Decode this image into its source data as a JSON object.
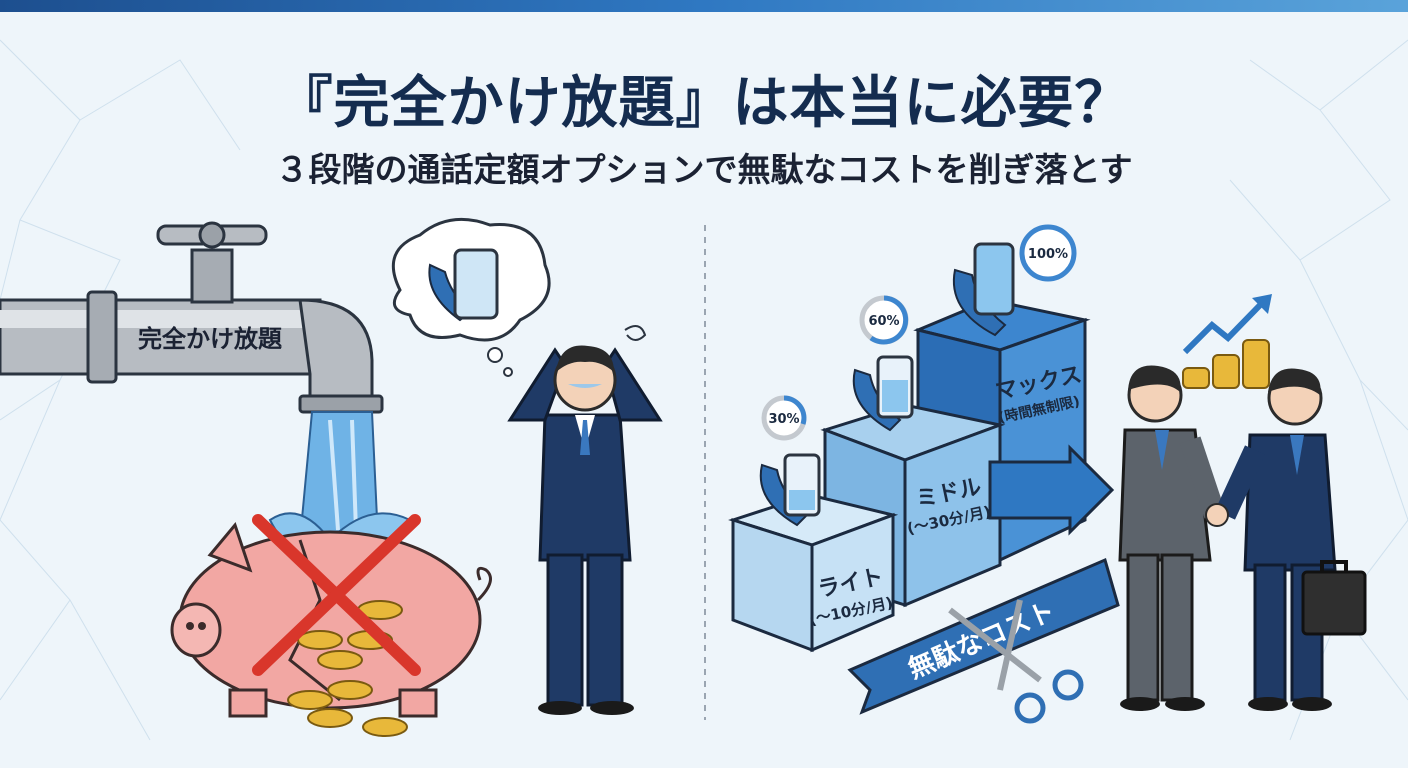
{
  "header": {
    "title": "『完全かけ放題』は本当に必要？",
    "subtitle": "３段階の通話定額オプションで無駄なコストを削ぎ落とす"
  },
  "left_panel": {
    "faucet_label": "完全かけ放題"
  },
  "right_panel": {
    "plans": [
      {
        "name": "ライト",
        "detail": "(〜10分/月)",
        "usage": "30%",
        "usage_value": 30
      },
      {
        "name": "ミドル",
        "detail": "(〜30分/月)",
        "usage": "60%",
        "usage_value": 60
      },
      {
        "name": "マックス",
        "detail": "(時間無制限)",
        "usage": "100%",
        "usage_value": 100
      }
    ],
    "ribbon_label": "無駄なコスト"
  },
  "colors": {
    "navy": "#142c4f",
    "accent_blue": "#2f78c2",
    "pig_pink": "#f2a7a3",
    "cross_red": "#d9362b",
    "coin_gold": "#e8b83a"
  }
}
